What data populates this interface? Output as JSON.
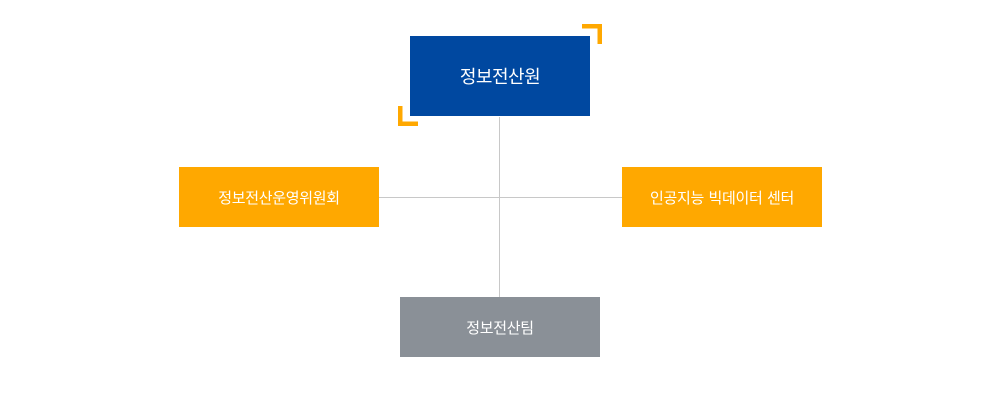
{
  "colors": {
    "primary": "#0048a0",
    "accent": "#ffa800",
    "neutral": "#8a9097",
    "connector": "#c8c8c8"
  },
  "org_chart": {
    "top_node": {
      "label": "정보전산원"
    },
    "left_node": {
      "label": "정보전산운영위원회"
    },
    "right_node": {
      "label": "인공지능 빅데이터 센터"
    },
    "bottom_node": {
      "label": "정보전산팀"
    },
    "accent_corners": [
      {
        "icon": "corner-bracket-top-right-icon"
      },
      {
        "icon": "corner-bracket-bottom-left-icon"
      }
    ]
  }
}
